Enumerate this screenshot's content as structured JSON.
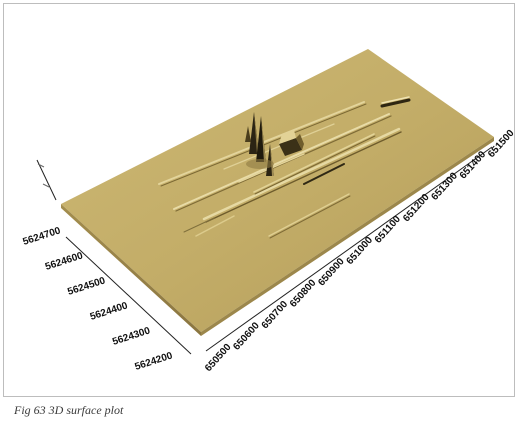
{
  "caption": "Fig 63 3D surface plot",
  "chart_data": {
    "type": "surface",
    "x_ticks": [
      "650500",
      "650600",
      "650700",
      "650800",
      "650900",
      "651000",
      "651100",
      "651200",
      "651300",
      "651400",
      "651500"
    ],
    "y_ticks": [
      "5624700",
      "5624600",
      "5624500",
      "5624400",
      "5624300",
      "5624200"
    ],
    "xlim": [
      650500,
      651500
    ],
    "ylim": [
      5624200,
      5624700
    ],
    "colors": {
      "surface": "#c2ad68",
      "surface_dark": "#9a8548",
      "peak": "#2b2414",
      "axis": "#222222"
    }
  }
}
